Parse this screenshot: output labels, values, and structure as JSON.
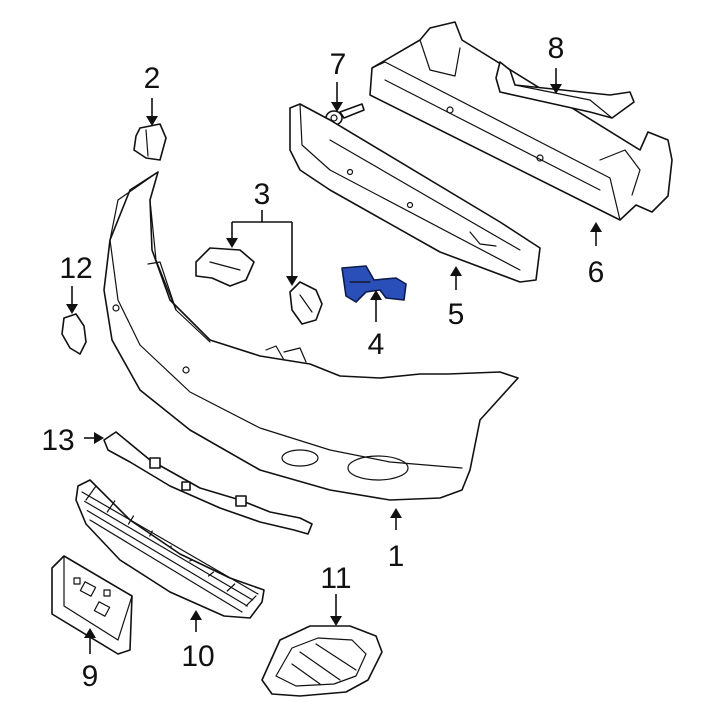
{
  "highlight_color": "#2b4fb8",
  "callouts": [
    {
      "id": "1",
      "label": "1",
      "part": "front bumper cover"
    },
    {
      "id": "2",
      "label": "2",
      "part": "upper bracket"
    },
    {
      "id": "3",
      "label": "3",
      "part": "side brackets"
    },
    {
      "id": "4",
      "label": "4",
      "part": "support bracket (highlighted)"
    },
    {
      "id": "5",
      "label": "5",
      "part": "energy absorber"
    },
    {
      "id": "6",
      "label": "6",
      "part": "reinforcement bar"
    },
    {
      "id": "7",
      "label": "7",
      "part": "bolt"
    },
    {
      "id": "8",
      "label": "8",
      "part": "reinforcement bracket"
    },
    {
      "id": "9",
      "label": "9",
      "part": "license plate bracket"
    },
    {
      "id": "10",
      "label": "10",
      "part": "grille"
    },
    {
      "id": "11",
      "label": "11",
      "part": "fog lamp bezel"
    },
    {
      "id": "12",
      "label": "12",
      "part": "tow hook cover"
    },
    {
      "id": "13",
      "label": "13",
      "part": "lower retainer strip"
    }
  ]
}
